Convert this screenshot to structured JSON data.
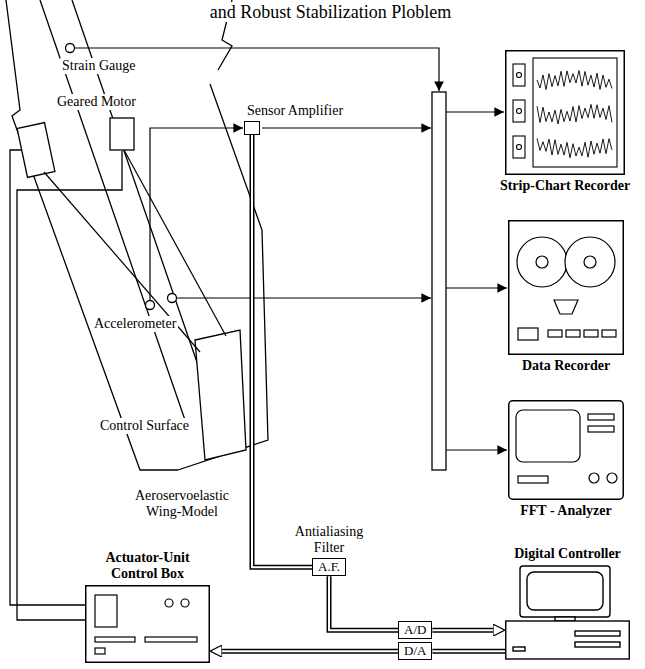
{
  "diagram": {
    "title": "and Robust Stabilization Ploblem",
    "nodes": [
      {
        "text": [
          "Sensor Amplifier"
        ]
      },
      {
        "text": [
          "Strip-Chart Recorder"
        ]
      },
      {
        "text": [
          "Data Recorder"
        ]
      },
      {
        "text": [
          "FFT - Analyzer"
        ]
      },
      {
        "text": [
          "Antialiasing Filter",
          "A.F."
        ]
      },
      {
        "text": [
          "Actuator-Unit Control Box"
        ]
      },
      {
        "text": [
          "Digital Controller"
        ]
      },
      {
        "text": [
          "A/D"
        ]
      },
      {
        "text": [
          "D/A"
        ]
      }
    ],
    "edges": [
      {
        "from": 0,
        "to": 4,
        "arrow": "none"
      },
      {
        "from": 4,
        "to": 7,
        "arrow": "none"
      },
      {
        "from": 7,
        "to": 6,
        "arrow": "to"
      },
      {
        "from": 6,
        "to": 8,
        "arrow": "none"
      },
      {
        "from": 8,
        "to": 5,
        "arrow": "to"
      }
    ],
    "labels": [
      "Strain Gauge",
      "Geared Motor",
      "Accelerometer",
      "Control Surface",
      "Aeroservoelastic Wing-Model"
    ]
  }
}
